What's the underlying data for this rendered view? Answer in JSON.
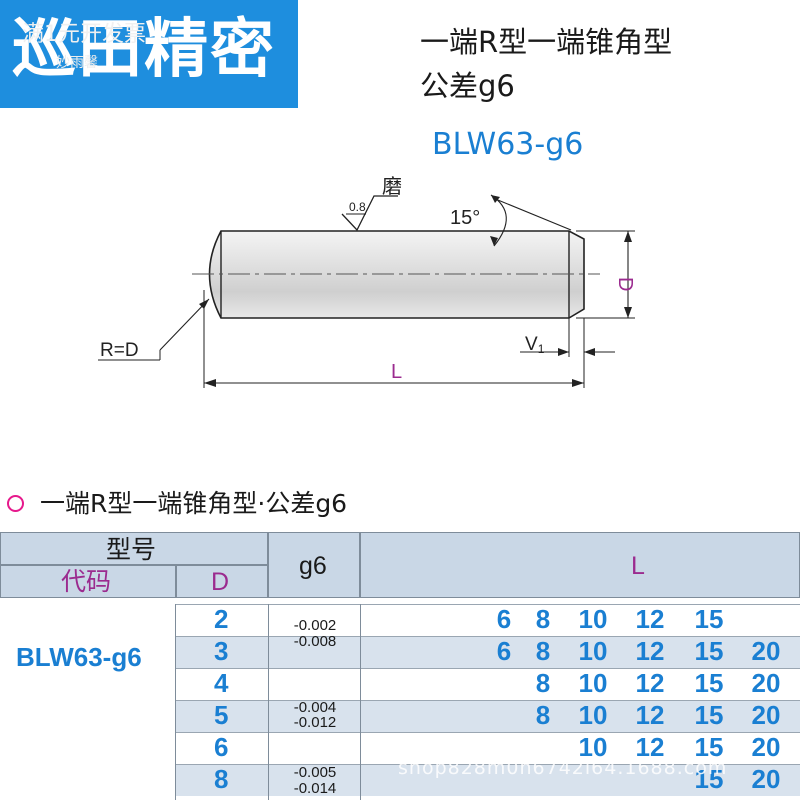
{
  "brand": {
    "name": "巡田精密",
    "promo_line1": "满1元开发票",
    "promo_line2": "妙雨馨"
  },
  "header": {
    "title_line1": "一端R型一端锥角型",
    "title_line2": "公差g6",
    "model_code": "BLW63-g6"
  },
  "drawing": {
    "grind_label": "磨",
    "roughness": "0.8",
    "angle": "15°",
    "dim_D": "D",
    "radius_label": "R=D",
    "v_label": "V",
    "v_sub": "1",
    "length_label": "L"
  },
  "section": {
    "title": "一端R型一端锥角型·公差g6"
  },
  "table": {
    "header_model": "型号",
    "header_code": "代码",
    "header_D": "D",
    "header_tol": "g6",
    "header_L": "L",
    "code": "BLW63-g6",
    "rows": [
      {
        "D": "2",
        "L": [
          "6",
          "8",
          "10",
          "12",
          "15",
          ""
        ]
      },
      {
        "D": "3",
        "L": [
          "6",
          "8",
          "10",
          "12",
          "15",
          "20"
        ]
      },
      {
        "D": "4",
        "L": [
          "",
          "8",
          "10",
          "12",
          "15",
          "20"
        ]
      },
      {
        "D": "5",
        "L": [
          "",
          "8",
          "10",
          "12",
          "15",
          "20"
        ]
      },
      {
        "D": "6",
        "L": [
          "",
          "",
          "10",
          "12",
          "15",
          "20"
        ]
      },
      {
        "D": "8",
        "L": [
          "",
          "",
          "",
          "",
          "15",
          "20"
        ]
      }
    ],
    "tolerances": [
      {
        "upper": "-0.002",
        "lower": "-0.008"
      },
      {
        "upper": "-0.004",
        "lower": "-0.012"
      },
      {
        "upper": "-0.005",
        "lower": "-0.014"
      }
    ]
  },
  "watermark": "shop828m0n6742i64.1688.com",
  "colors": {
    "brand_blue": "#1e8ede",
    "header_fill": "#c9d7e6",
    "row_shade": "#d8e2ed",
    "value_blue": "#1a7fd2",
    "dimension_purple": "#9b2b8f",
    "section_icon_magenta": "#e6198c"
  }
}
